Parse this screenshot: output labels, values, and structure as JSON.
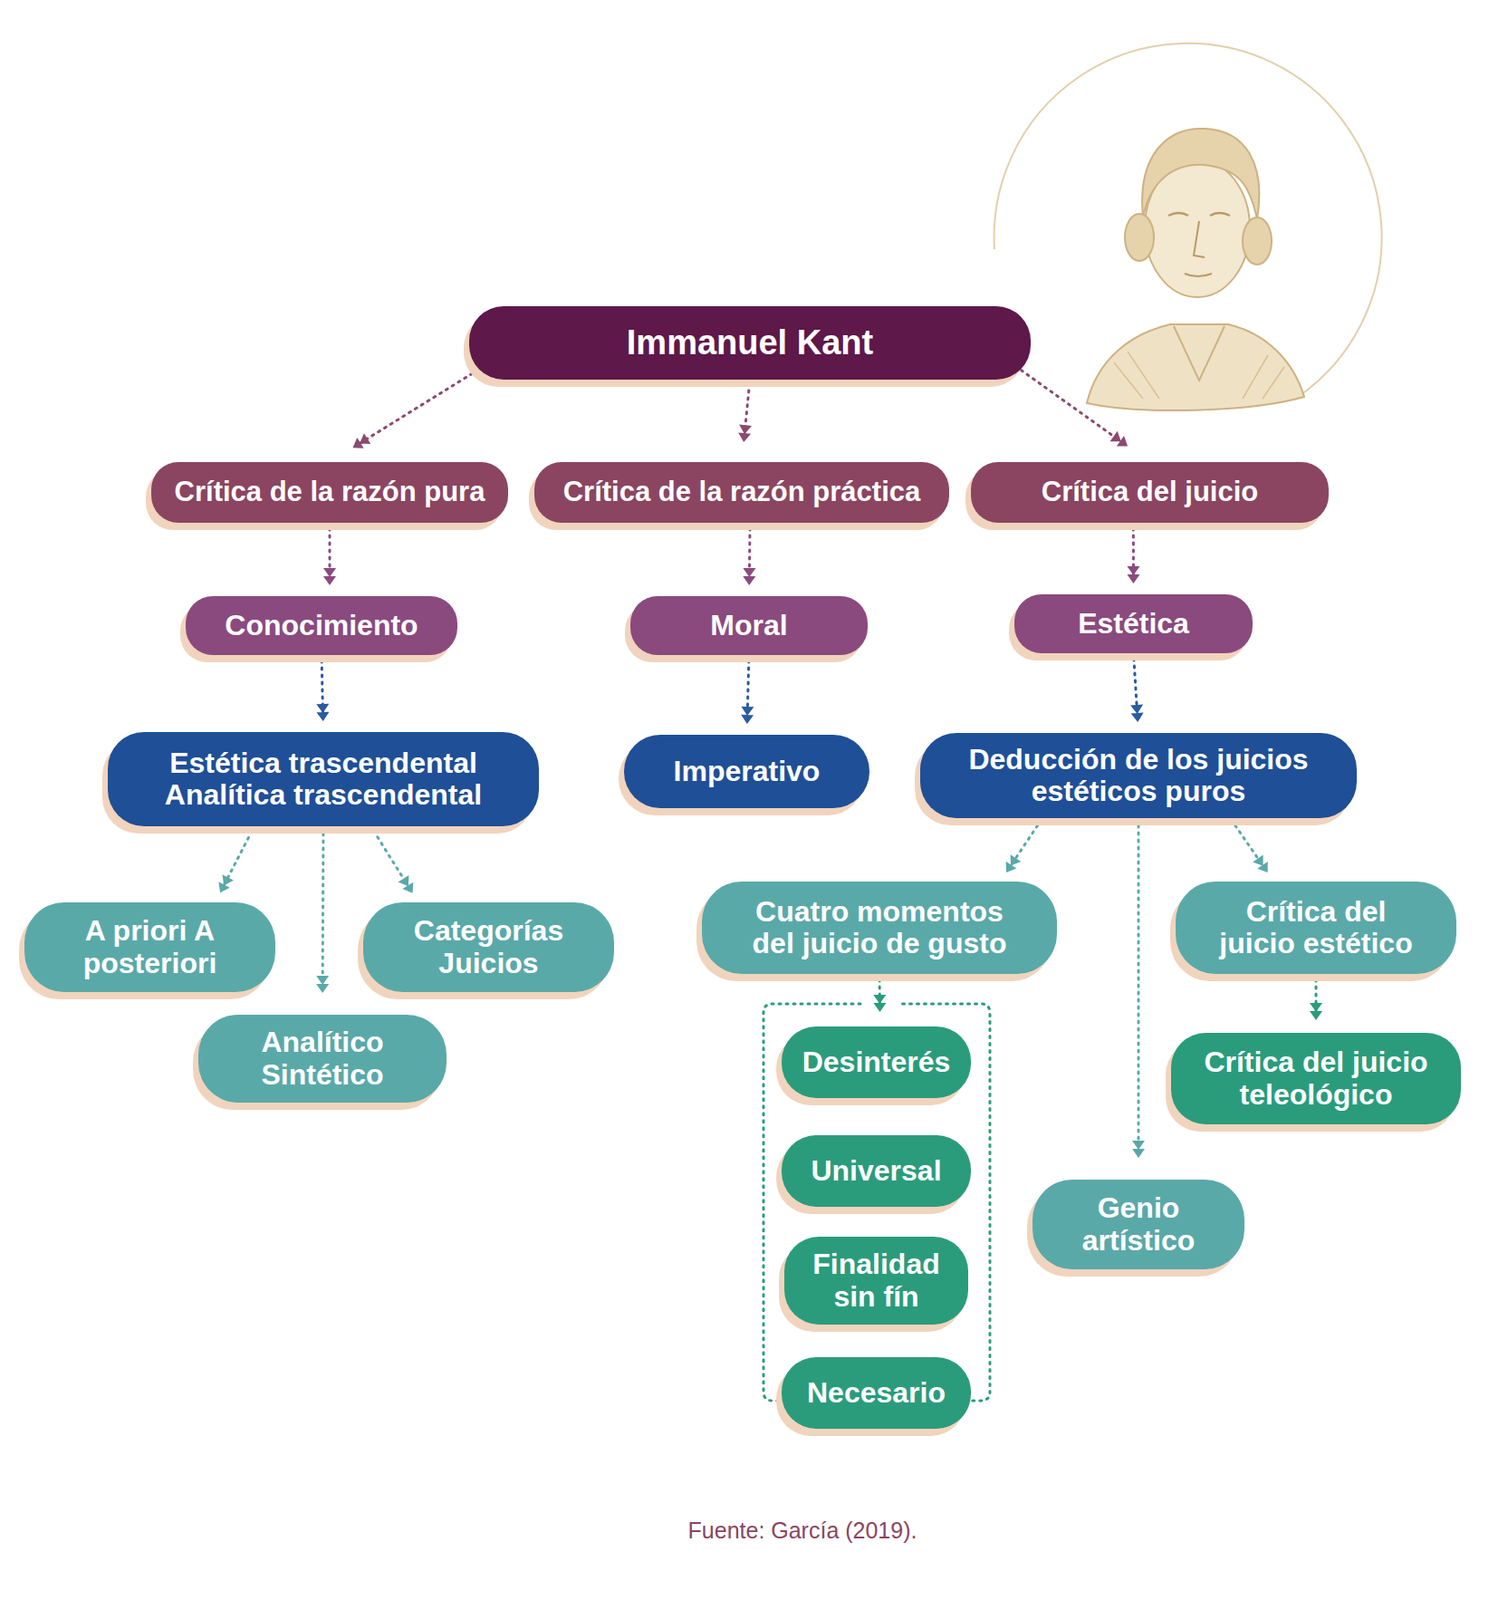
{
  "diagram": {
    "caption": "Fuente: García (2019).",
    "nodes": [
      {
        "text": [
          "Immanuel Kant"
        ]
      },
      {
        "text": [
          "Crítica de la razón pura"
        ]
      },
      {
        "text": [
          "Crítica de la razón práctica"
        ]
      },
      {
        "text": [
          "Crítica del juicio"
        ]
      },
      {
        "text": [
          "Conocimiento"
        ]
      },
      {
        "text": [
          "Moral"
        ]
      },
      {
        "text": [
          "Estética"
        ]
      },
      {
        "text": [
          "Estética trascendental Analítica trascendental"
        ]
      },
      {
        "text": [
          "Imperativo"
        ]
      },
      {
        "text": [
          "Deducción de los juicios estéticos puros"
        ]
      },
      {
        "text": [
          "A priori A posteriori"
        ]
      },
      {
        "text": [
          "Categorías Juicios"
        ]
      },
      {
        "text": [
          "Analítico Sintético"
        ]
      },
      {
        "text": [
          "Cuatro momentos del juicio de gusto"
        ]
      },
      {
        "text": [
          "Crítica del juicio estético"
        ]
      },
      {
        "text": [
          "Desinterés"
        ]
      },
      {
        "text": [
          "Universal"
        ]
      },
      {
        "text": [
          "Finalidad sin fín"
        ]
      },
      {
        "text": [
          "Necesario"
        ]
      },
      {
        "text": [
          "Crítica del juicio teleológico"
        ]
      },
      {
        "text": [
          "Genio artístico"
        ]
      }
    ],
    "edges": [
      {
        "from": 0,
        "to": 1,
        "arrow": "to"
      },
      {
        "from": 0,
        "to": 2,
        "arrow": "to"
      },
      {
        "from": 0,
        "to": 3,
        "arrow": "to"
      },
      {
        "from": 1,
        "to": 4,
        "arrow": "to"
      },
      {
        "from": 2,
        "to": 5,
        "arrow": "to"
      },
      {
        "from": 3,
        "to": 6,
        "arrow": "to"
      },
      {
        "from": 4,
        "to": 7,
        "arrow": "to"
      },
      {
        "from": 5,
        "to": 8,
        "arrow": "to"
      },
      {
        "from": 6,
        "to": 9,
        "arrow": "to"
      },
      {
        "from": 7,
        "to": 10,
        "arrow": "to"
      },
      {
        "from": 7,
        "to": 12,
        "arrow": "to"
      },
      {
        "from": 7,
        "to": 11,
        "arrow": "to"
      },
      {
        "from": 9,
        "to": 13,
        "arrow": "to"
      },
      {
        "from": 9,
        "to": 20,
        "arrow": "to"
      },
      {
        "from": 9,
        "to": 14,
        "arrow": "to"
      },
      {
        "from": 14,
        "to": 19,
        "arrow": "to"
      },
      {
        "from": 13,
        "to": 15,
        "arrow": "to"
      }
    ]
  }
}
